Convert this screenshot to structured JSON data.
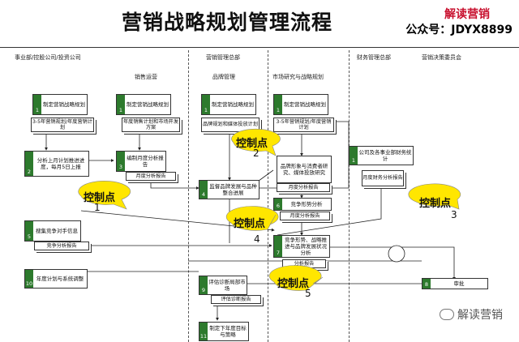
{
  "header": {
    "title": "营销战略规划管理流程",
    "brand_name": "解读营销",
    "brand_account": "公众号：JDYX8899"
  },
  "columns": {
    "c1": "事业部/控股公司/投资公司",
    "c2": "营销管理总部",
    "c3": "财务管理总部",
    "c4": "营销决策委员会",
    "s1": "销售运营",
    "s2": "品牌管理",
    "s3": "市场研究与战略规划"
  },
  "steps": {
    "s1a": {
      "num": "1",
      "text": "制定营销战略规划"
    },
    "s1b": {
      "num": "1",
      "text": "制定营销战略规划"
    },
    "s1c": {
      "num": "1",
      "text": "制定营销战略规划"
    },
    "s1d": {
      "num": "1",
      "text": "制定营销战略规划"
    },
    "s2": {
      "num": "2",
      "text": "分析上月计划推进进度，每月5日上报"
    },
    "s3": {
      "num": "3",
      "text": "编制月度分析报告"
    },
    "s4": {
      "num": "4",
      "text": "监督品牌发展与品种整合进展"
    },
    "s5": {
      "num": "5",
      "text": "搜集竞争对手信息"
    },
    "s6": {
      "num": "6",
      "text": "竞争形势分析"
    },
    "s7": {
      "num": "7",
      "text": "竞争形势、战略推进与品牌发展状况分析"
    },
    "s8": {
      "num": "8",
      "text": "审批"
    },
    "s9": {
      "num": "9",
      "text": "评估诊断局部市场"
    },
    "s10": {
      "num": "10",
      "text": "年度计划与系统调整"
    },
    "s11": {
      "num": "11",
      "text": "制定下年度目标与策略"
    },
    "sfin": {
      "num": "1",
      "text": "公司及各事业部财务统计"
    },
    "sbrand": {
      "num": "",
      "text": "品牌形象与消费者研究、媒体投放研究"
    }
  },
  "docs": {
    "d1": "3-5年营销规划/年度营销计划",
    "d2": "年度销售计划和市场开发方案",
    "d3": "品牌规划和媒体投放计划",
    "d4": "3-5年营销规划/年度营销计划",
    "d5": "月度分析报告",
    "d6": "月度分析报告",
    "d7": "月度财务分析报告",
    "d8": "竞争分析报告",
    "d9": "月度分析报告",
    "d10": "分析报告",
    "d11": "评估诊断报告"
  },
  "controls": [
    {
      "label": "控制点",
      "num": "1"
    },
    {
      "label": "控制点",
      "num": "2"
    },
    {
      "label": "控制点",
      "num": "3"
    },
    {
      "label": "控制点",
      "num": "4"
    },
    {
      "label": "控制点",
      "num": "5"
    }
  ],
  "watermark": "解读营销",
  "colors": {
    "step_tab": "#2d7a2d",
    "control_point": "#ffe600",
    "brand": "#c8102e"
  }
}
